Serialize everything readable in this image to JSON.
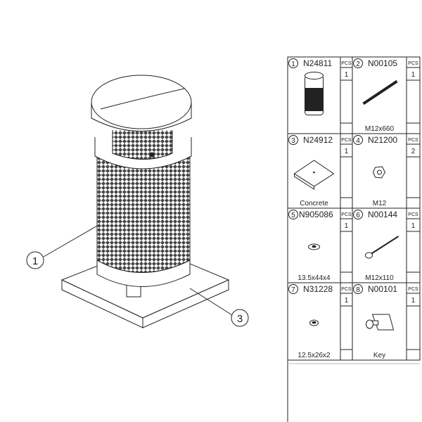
{
  "callouts": [
    {
      "num": "1"
    },
    {
      "num": "3"
    }
  ],
  "parts_header_label": "PCS",
  "parts": [
    {
      "num": "1",
      "code": "N24811",
      "qty": "1",
      "desc": ""
    },
    {
      "num": "2",
      "code": "N00105",
      "qty": "1",
      "desc": "M12x660"
    },
    {
      "num": "3",
      "code": "N24912",
      "qty": "1",
      "desc": "Concrete"
    },
    {
      "num": "4",
      "code": "N21200",
      "qty": "2",
      "desc": "M12"
    },
    {
      "num": "5",
      "code": "N905086",
      "qty": "1",
      "desc": "13.5x44x4"
    },
    {
      "num": "6",
      "code": "N00144",
      "qty": "1",
      "desc": "M12x110"
    },
    {
      "num": "7",
      "code": "N31228",
      "qty": "1",
      "desc": "12.5x26x2"
    },
    {
      "num": "8",
      "code": "N00101",
      "qty": "1",
      "desc": "Key"
    }
  ]
}
